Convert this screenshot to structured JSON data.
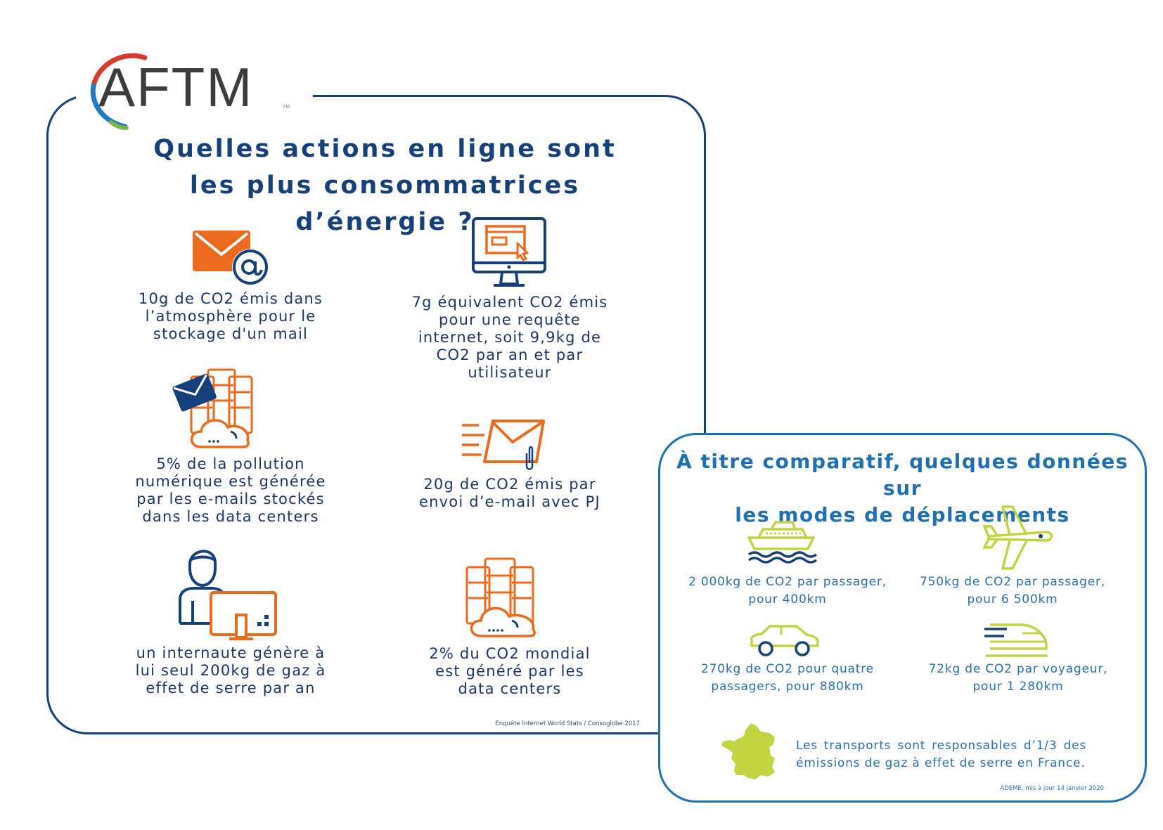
{
  "logo": {
    "text": "AFTM",
    "tm": "TM"
  },
  "main_panel": {
    "title_line1": "Quelles actions en ligne sont",
    "title_line2": "les plus consommatrices d’énergie ?",
    "facts": [
      {
        "icon": "mail-at-icon",
        "lines": [
          "10g de CO2 émis dans",
          "l’atmosphère pour le",
          "stockage d'un mail"
        ]
      },
      {
        "icon": "computer-cursor-icon",
        "lines": [
          "7g équivalent CO2 émis",
          "pour une requête",
          "internet, soit 9,9kg de",
          "CO2 par an et par",
          "utilisateur"
        ]
      },
      {
        "icon": "mail-datacenter-icon",
        "lines": [
          "5% de la pollution",
          "numérique est générée",
          "par les e-mails stockés",
          "dans les data centers"
        ]
      },
      {
        "icon": "mail-attachment-icon",
        "lines": [
          "20g de CO2 émis par",
          "envoi d’e-mail avec PJ"
        ]
      },
      {
        "icon": "internet-user-icon",
        "lines": [
          "un internaute génère à",
          "lui seul 200kg de gaz à",
          "effet de serre par an"
        ]
      },
      {
        "icon": "datacenter-cloud-icon",
        "lines": [
          "2% du CO2 mondial",
          "est généré par les",
          "data centers"
        ]
      }
    ],
    "source": "Enquête Internet World Stats / Consoglobe 2017"
  },
  "side_panel": {
    "title_line1": "À titre comparatif, quelques données sur",
    "title_line2": "les modes de déplacements",
    "transports": [
      {
        "icon": "ship-icon",
        "lines": [
          "2 000kg de CO2 par passager,",
          "pour 400km"
        ]
      },
      {
        "icon": "plane-icon",
        "lines": [
          "750kg de CO2 par passager,",
          "pour 6 500km"
        ]
      },
      {
        "icon": "car-icon",
        "lines": [
          "270kg de CO2 pour quatre",
          "passagers, pour 880km"
        ]
      },
      {
        "icon": "train-icon",
        "lines": [
          "72kg de CO2 par voyageur,",
          "pour 1 280km"
        ]
      }
    ],
    "france": {
      "icon": "france-map-icon",
      "line1": "Les transports sont responsables d’1/3 des",
      "line2": "émissions de gaz à effet de serre en France."
    },
    "source": "ADEME, mis à jour 14 janvier 2020"
  },
  "colors": {
    "navy": "#16407c",
    "blue": "#1e6fb4",
    "orange": "#ec6a1e",
    "lime": "#c1d43f"
  }
}
